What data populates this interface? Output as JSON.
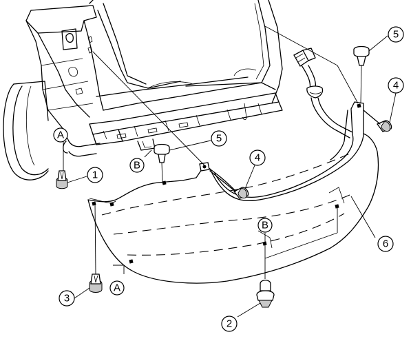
{
  "callouts": [
    {
      "id": "1",
      "label": "1"
    },
    {
      "id": "2",
      "label": "2"
    },
    {
      "id": "3",
      "label": "3"
    },
    {
      "id": "4a",
      "label": "4"
    },
    {
      "id": "4b",
      "label": "4"
    },
    {
      "id": "5a",
      "label": "5"
    },
    {
      "id": "5b",
      "label": "5"
    },
    {
      "id": "6",
      "label": "6"
    }
  ],
  "view_letters": [
    {
      "id": "A1",
      "label": "A"
    },
    {
      "id": "A2",
      "label": "A"
    },
    {
      "id": "B1",
      "label": "B"
    },
    {
      "id": "B2",
      "label": "B"
    }
  ]
}
